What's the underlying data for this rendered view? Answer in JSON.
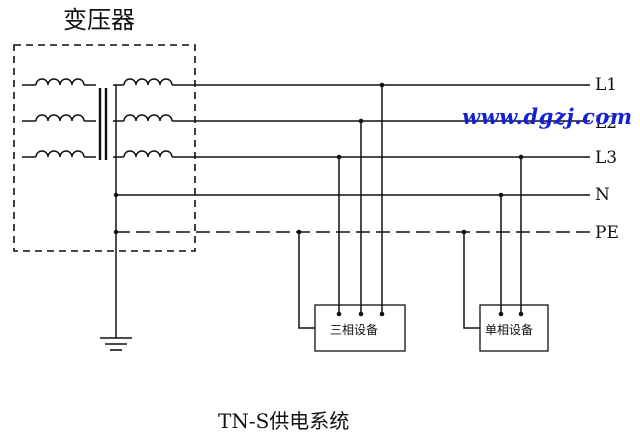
{
  "title": "变压器",
  "lines": [
    "L1",
    "L2",
    "L3",
    "N",
    "PE"
  ],
  "watermark": "www.dgzj.com",
  "devices": {
    "three_phase": "三相设备",
    "single_phase": "单相设备"
  },
  "caption": "TN-S供电系统",
  "colors": {
    "line": "#111111",
    "watermark": "#1420d6"
  }
}
